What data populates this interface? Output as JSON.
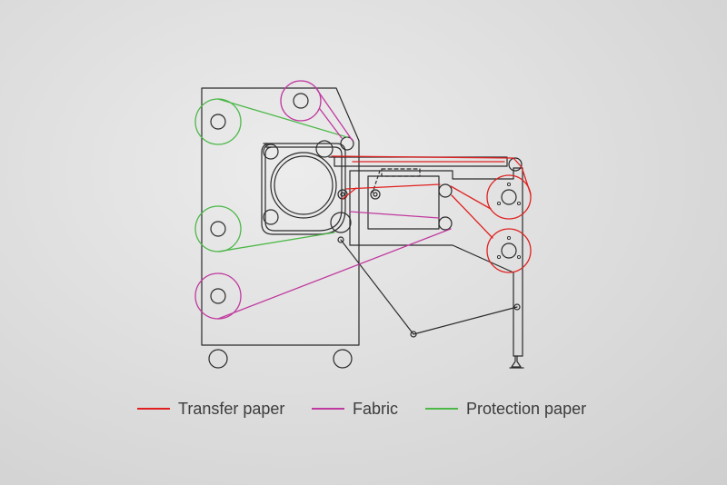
{
  "colors": {
    "transfer_paper": "#e02020",
    "fabric": "#c0399f",
    "protection_paper": "#4cb848",
    "machine": "#2b2b2b"
  },
  "legend": [
    {
      "key": "transfer_paper",
      "label": "Transfer paper",
      "color": "#e02020"
    },
    {
      "key": "fabric",
      "label": "Fabric",
      "color": "#c0399f"
    },
    {
      "key": "protection_paper",
      "label": "Protection paper",
      "color": "#4cb848"
    }
  ]
}
